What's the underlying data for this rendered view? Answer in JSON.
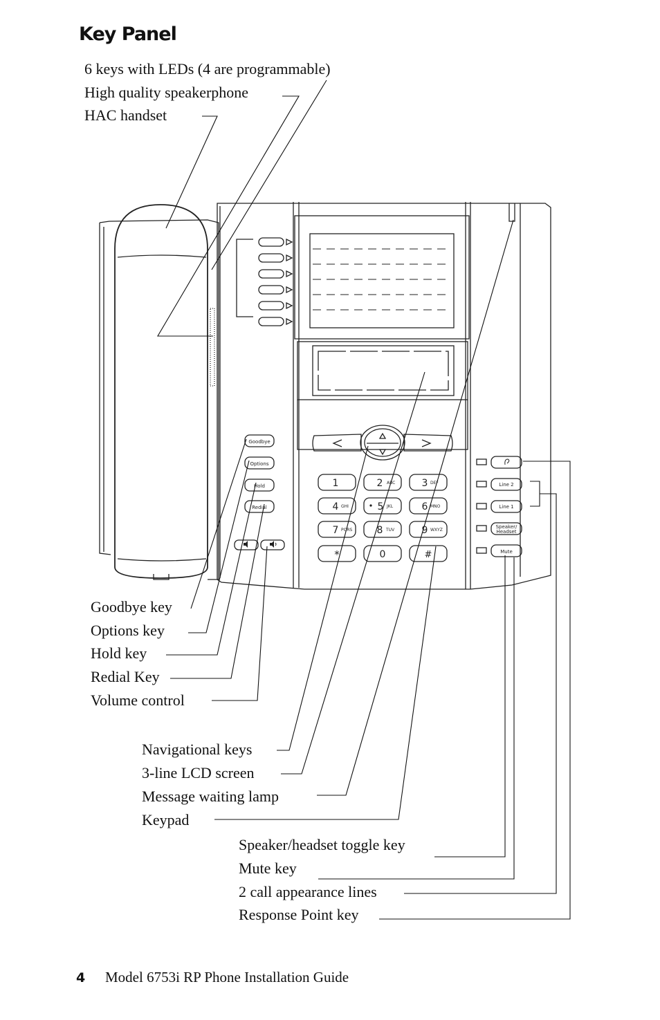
{
  "page": {
    "title": "Key Panel",
    "page_number": "4",
    "footer_title": "Model 6753i RP Phone Installation Guide"
  },
  "callouts_top": [
    "6 keys with LEDs (4 are programmable)",
    "High quality speakerphone",
    "HAC handset"
  ],
  "callouts_left": [
    "Goodbye key",
    "Options key",
    "Hold key",
    "Redial Key",
    "Volume control"
  ],
  "callouts_middle": [
    "Navigational keys",
    "3-line LCD screen",
    "Message waiting lamp",
    "Keypad"
  ],
  "callouts_bottom": [
    "Speaker/headset toggle key",
    "Mute key",
    "2 call appearance lines",
    "Response Point key"
  ],
  "phone": {
    "function_keys": [
      "Goodbye",
      "Options",
      "Hold",
      "Redial"
    ],
    "line_keys": [
      "Line 2",
      "Line 1",
      "Speaker/ Headset",
      "Mute"
    ],
    "keypad": [
      {
        "digit": "1",
        "letters": ""
      },
      {
        "digit": "2",
        "letters": "ABC"
      },
      {
        "digit": "3",
        "letters": "DEF"
      },
      {
        "digit": "4",
        "letters": "GHI"
      },
      {
        "digit": "5",
        "letters": "JKL"
      },
      {
        "digit": "6",
        "letters": "MNO"
      },
      {
        "digit": "7",
        "letters": "PQRS"
      },
      {
        "digit": "8",
        "letters": "TUV"
      },
      {
        "digit": "9",
        "letters": "WXYZ"
      },
      {
        "digit": "*",
        "letters": ""
      },
      {
        "digit": "0",
        "letters": ""
      },
      {
        "digit": "#",
        "letters": ""
      }
    ],
    "icons": [
      "speaker-volume-down-icon",
      "speaker-volume-up-icon",
      "response-point-icon",
      "nav-left-arrow-icon",
      "nav-right-arrow-icon",
      "nav-up-arrow-icon",
      "nav-down-arrow-icon"
    ]
  }
}
